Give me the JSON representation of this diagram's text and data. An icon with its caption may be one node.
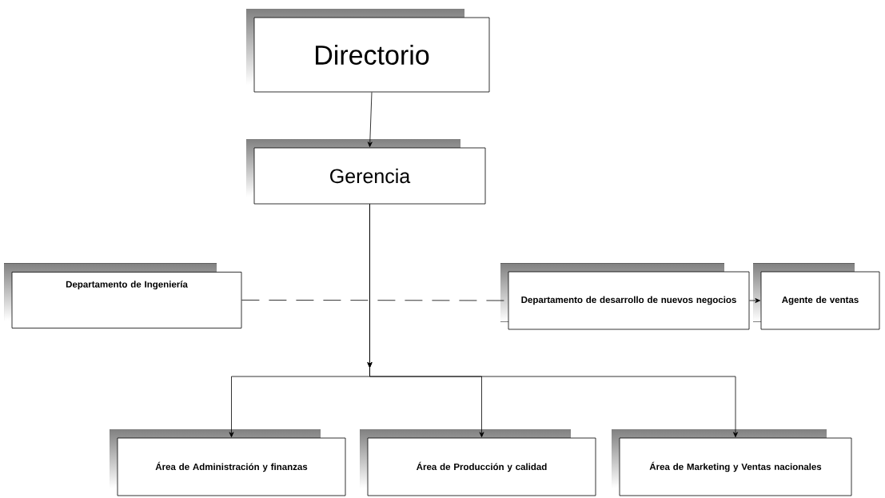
{
  "diagram": {
    "nodes": [
      {
        "text": [
          "Directorio"
        ]
      },
      {
        "text": [
          "Gerencia"
        ]
      },
      {
        "text": [
          "Departamento de Ingeniería"
        ]
      },
      {
        "text": [
          "Departamento de desarrollo de nuevos negocios"
        ]
      },
      {
        "text": [
          "Agente de ventas"
        ]
      },
      {
        "text": [
          "Área de Administración y finanzas"
        ]
      },
      {
        "text": [
          "Área de Producción y calidad"
        ]
      },
      {
        "text": [
          "Área de Marketing y Ventas nacionales"
        ]
      }
    ],
    "edges": [
      {
        "from": 0,
        "to": 1,
        "arrow": "to"
      },
      {
        "from": 1,
        "to": 5,
        "arrow": "to"
      },
      {
        "from": 1,
        "to": 6,
        "arrow": "to"
      },
      {
        "from": 1,
        "to": 7,
        "arrow": "to"
      },
      {
        "from": 2,
        "to": 3,
        "arrow": "none",
        "style": "dashed"
      },
      {
        "from": 3,
        "to": 4,
        "arrow": "to"
      }
    ]
  }
}
